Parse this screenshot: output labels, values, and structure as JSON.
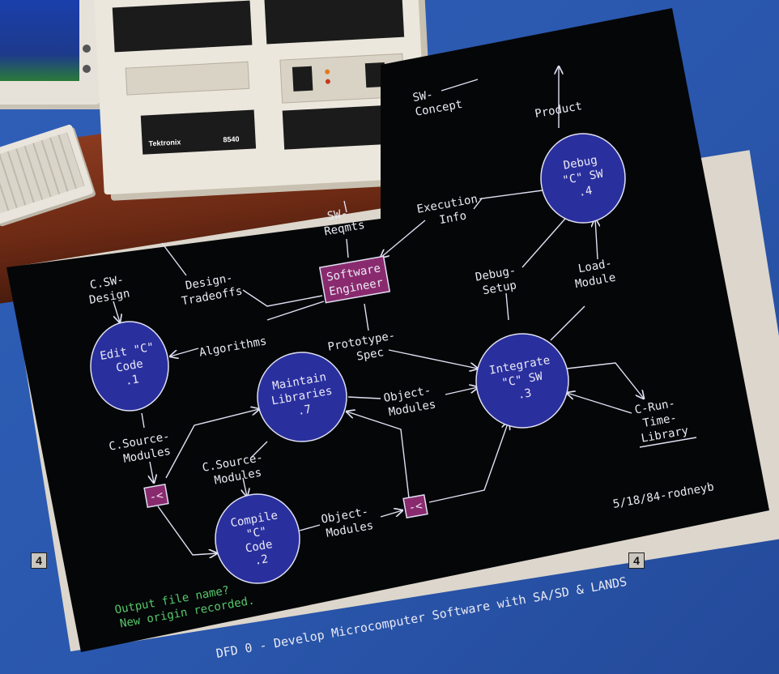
{
  "diagram": {
    "title": "DFD 0 - Develop Microcomputer Software with SA/SD & LANDS",
    "date_author": "5/18/84-rodneyb",
    "console": [
      "Output file name?",
      "New origin recorded."
    ],
    "processes": {
      "edit": [
        "Edit \"C\"",
        "Code",
        ".1"
      ],
      "compile": [
        "Compile",
        "\"C\"",
        "Code",
        ".2"
      ],
      "integrate": [
        "Integrate",
        "\"C\" SW",
        ".3"
      ],
      "debug": [
        "Debug",
        "\"C\" SW",
        ".4"
      ],
      "maintain": [
        "Maintain",
        "Libraries",
        ".7"
      ]
    },
    "terminator": [
      "Software",
      "Engineer"
    ],
    "store": [
      "C-Run-",
      "Time-",
      "Library"
    ],
    "branch_symbol": "-<",
    "flows": {
      "sw_concept": [
        "SW-",
        "Concept"
      ],
      "product": "Product",
      "execution_info": [
        "Execution-",
        "Info"
      ],
      "sw_reqmts": [
        "SW-",
        "Reqmts"
      ],
      "c_sw_design": [
        "C.SW-",
        "Design"
      ],
      "design_tradeoffs": [
        "Design-",
        "Tradeoffs"
      ],
      "debug_setup": [
        "Debug-",
        "Setup"
      ],
      "load_module": [
        "Load-",
        "Module"
      ],
      "algorithms": "Algorithms",
      "prototype_spec": [
        "Prototype-",
        "Spec"
      ],
      "object_modules_1": [
        "Object-",
        "Modules"
      ],
      "object_modules_2": [
        "Object-",
        "Modules"
      ],
      "c_source_1": [
        "C.Source-",
        "Modules"
      ],
      "c_source_2": [
        "C.Source-",
        "Modules"
      ]
    }
  },
  "photo": {
    "brand_label": "Tektronix",
    "model_label": "8540"
  },
  "page_marker": "4",
  "colors": {
    "background": "#2a57ad",
    "process_fill": "#2a2f9e",
    "terminator_fill": "#8a2a6e",
    "console_text": "#55c86a"
  }
}
